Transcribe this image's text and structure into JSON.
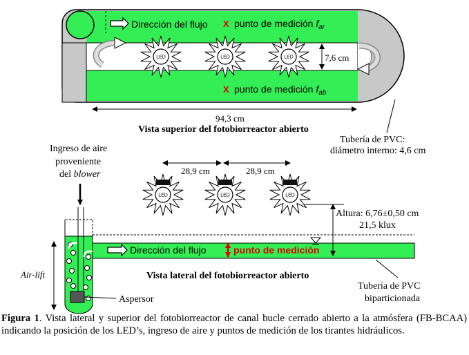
{
  "top_view": {
    "flow_label": "Dirección del flujo",
    "meas_mark": "X",
    "meas_top_prefix": "punto de medición ",
    "meas_top_var": "f",
    "meas_top_sub": "ar",
    "meas_bottom_prefix": "punto de medición ",
    "meas_bottom_var": "f",
    "meas_bottom_sub": "ab",
    "width_label": "7,6 cm",
    "length_label": "94,3 cm",
    "title": "Vista superior del fotobiorreactor abierto",
    "pvc_label_1": "Tubería de PVC:",
    "pvc_label_2": "diámetro interno: 4,6 cm",
    "led_label": "LED"
  },
  "side_view": {
    "air_label_1": "Ingreso de aire",
    "air_label_2": "proveniente",
    "air_label_3_prefix": "del ",
    "air_label_3_italic": "blower",
    "spacing_1": "28,9 cm",
    "spacing_2": "28,9 cm",
    "height_label": "Altura: 6,76±0,50 cm",
    "lux_label": "21,5 klux",
    "flow_label": "Dirección del flujo",
    "meas_label": "punto de medición",
    "airlift_label": "Air-lift",
    "sparger_label": "Aspersor",
    "title": "Vista lateral del fotobiorreactor abierto",
    "pvc_label_1": "Tubería de PVC",
    "pvc_label_2": "biparticionada",
    "led_label": "LED"
  },
  "caption": {
    "bold": "Figura 1",
    "text": ". Vista lateral y superior del fotobiorreactor de canal bucle cerrado abierto a la atmósfera (FB-BCAA) indicando la posición de los LED’s, ingreso de aire y puntos de medición de los tirantes hidráulicos."
  },
  "colors": {
    "green": "#33ee55",
    "gray": "#c8c8c8",
    "red": "#e00000"
  }
}
